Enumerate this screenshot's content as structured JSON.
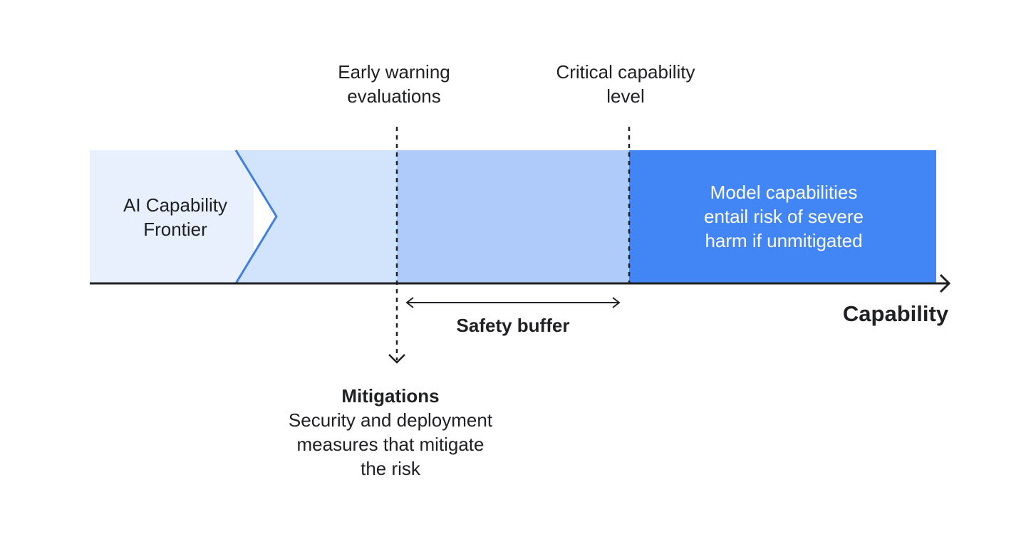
{
  "colors": {
    "zone_frontier": "#e8f0fd",
    "zone_pre_warning": "#d2e3fc",
    "zone_buffer": "#aecbfa",
    "zone_critical": "#4285f4",
    "chevron_stroke": "#3d7fe6",
    "axis": "#202124",
    "text": "#202124",
    "text_on_dark": "#ffffff"
  },
  "labels": {
    "early_warning": [
      "Early warning",
      "evaluations"
    ],
    "critical_level": [
      "Critical capability",
      "level"
    ],
    "frontier": [
      "AI Capability",
      "Frontier"
    ],
    "critical_zone": [
      "Model capabilities",
      "entail risk of severe",
      "harm if unmitigated"
    ],
    "axis_label": "Capability",
    "safety_buffer": "Safety buffer",
    "mitigations_title": "Mitigations",
    "mitigations_desc": [
      "Security and deployment",
      "measures that mitigate",
      "the risk"
    ]
  },
  "icons": {
    "axis_end": "arrow-right-icon",
    "buffer": "double-arrow-icon",
    "mitigation": "arrow-down-icon"
  }
}
